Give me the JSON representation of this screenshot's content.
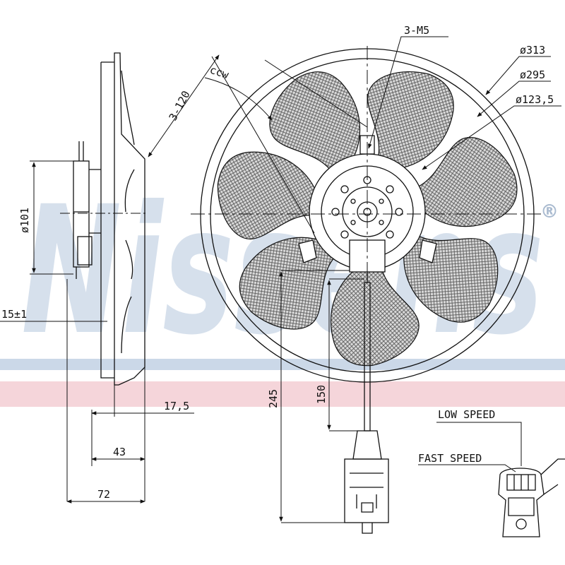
{
  "watermark": {
    "brand": "Nissens",
    "registered": "®",
    "color": "#c9d6e6",
    "stripe_blue": "#b9cbe0",
    "stripe_red": "#f2c7cd"
  },
  "side_view": {
    "diameter_label": "ø101",
    "offset_label": "15±1",
    "depth_1_label": "17,5",
    "depth_2_label": "43",
    "depth_3_label": "72"
  },
  "front_view": {
    "holes_label": "3-M5",
    "angle_label": "3-120",
    "rotation_label": "ccw",
    "outer_diameter_label": "ø313",
    "fan_diameter_label": "ø295",
    "hub_diameter_label": "ø123,5",
    "cable_length_label": "245",
    "cable_offset_label": "150"
  },
  "connector_detail": {
    "low_speed_label": "LOW SPEED",
    "fast_speed_label": "FAST SPEED"
  },
  "colors": {
    "line": "#111111",
    "hatch": "#6b6b6b"
  }
}
